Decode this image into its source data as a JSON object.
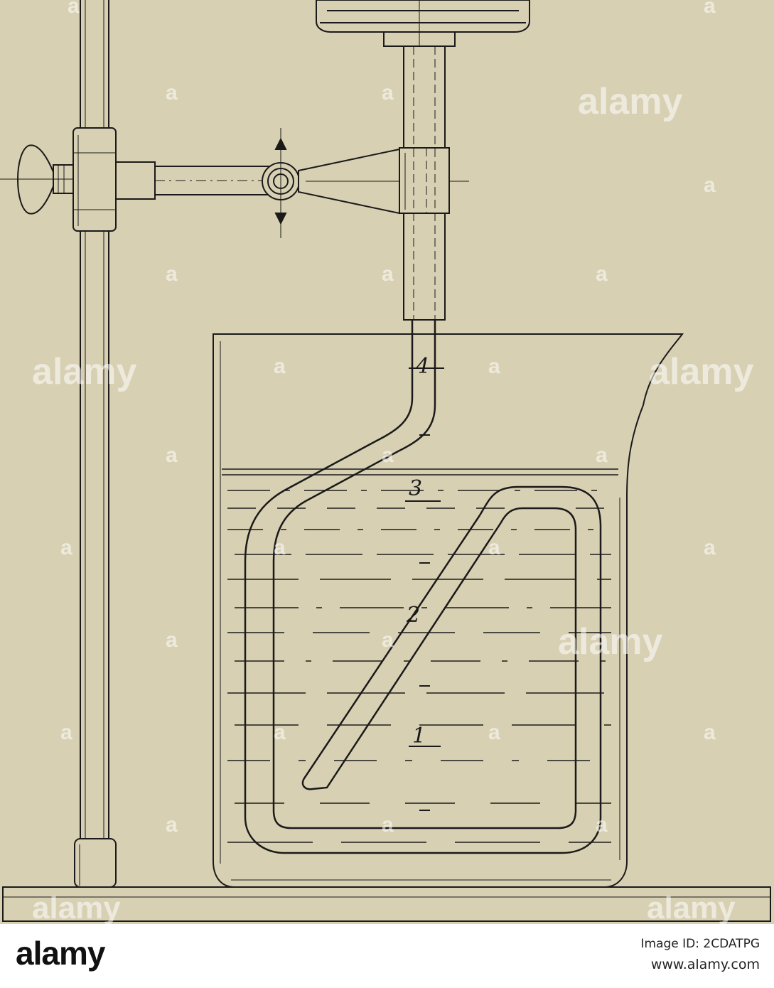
{
  "figure": {
    "labels": {
      "one": "1",
      "two": "2",
      "three": "3",
      "four": "4"
    },
    "colors": {
      "paper": "#d8d0b3",
      "ink": "#1a1a1a",
      "footer": "#ffffff"
    }
  },
  "watermark": {
    "text": "alamy",
    "small": "a"
  },
  "footer": {
    "logo_text": "alamy",
    "image_id": "Image ID: 2CDATPG",
    "url": "www.alamy.com"
  }
}
